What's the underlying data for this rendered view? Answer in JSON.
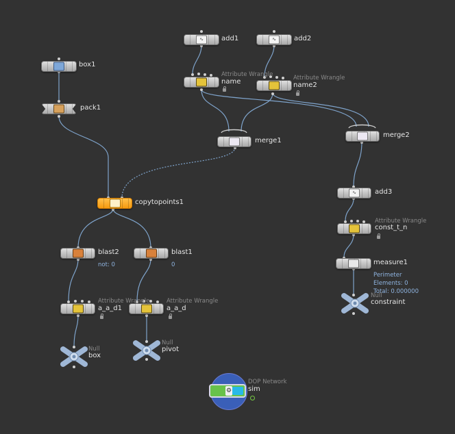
{
  "nodes": {
    "add1": {
      "name": "add1",
      "icon": "add-wave-icon"
    },
    "add2": {
      "name": "add2",
      "icon": "add-wave-icon"
    },
    "box1": {
      "name": "box1",
      "icon": "box-icon"
    },
    "pack1": {
      "name": "pack1",
      "icon": "pack-icon"
    },
    "name": {
      "name": "name",
      "type": "Attribute Wrangle",
      "icon": "wrangle-icon"
    },
    "name2": {
      "name": "name2",
      "type": "Attribute Wrangle",
      "icon": "wrangle-icon"
    },
    "merge1": {
      "name": "merge1",
      "icon": "merge-icon"
    },
    "merge2": {
      "name": "merge2",
      "icon": "merge-icon"
    },
    "copytopoints1": {
      "name": "copytopoints1",
      "icon": "copy-to-points-icon",
      "selected_color": "#f59a10"
    },
    "add3": {
      "name": "add3",
      "icon": "add-wave-icon"
    },
    "const_t_n": {
      "name": "const_t_n",
      "type": "Attribute Wrangle",
      "icon": "wrangle-icon"
    },
    "blast2": {
      "name": "blast2",
      "info": "not: 0",
      "icon": "blast-icon"
    },
    "blast1": {
      "name": "blast1",
      "info": "0",
      "icon": "blast-icon"
    },
    "measure1": {
      "name": "measure1",
      "info": [
        "Perimeter",
        "Elements: 0",
        "Total: 0.000000"
      ],
      "icon": "measure-icon"
    },
    "a_a_d1": {
      "name": "a_a_d1",
      "type": "Attribute Wrangle",
      "icon": "wrangle-icon"
    },
    "a_a_d": {
      "name": "a_a_d",
      "type": "Attribute Wrangle",
      "icon": "wrangle-icon"
    },
    "constraint": {
      "name": "constraint",
      "type": "Null",
      "icon": "null-cross-icon"
    },
    "box": {
      "name": "box",
      "type": "Null",
      "icon": "null-cross-icon"
    },
    "pivot": {
      "name": "pivot",
      "type": "Null",
      "icon": "null-cross-icon"
    },
    "sim": {
      "name": "sim",
      "type": "DOP Network",
      "icon": "dop-network-icon"
    }
  },
  "colors": {
    "background": "#323232",
    "wire": "#7fa4cc",
    "info_text": "#8fb4e0",
    "selected_node": "#f59a10"
  }
}
